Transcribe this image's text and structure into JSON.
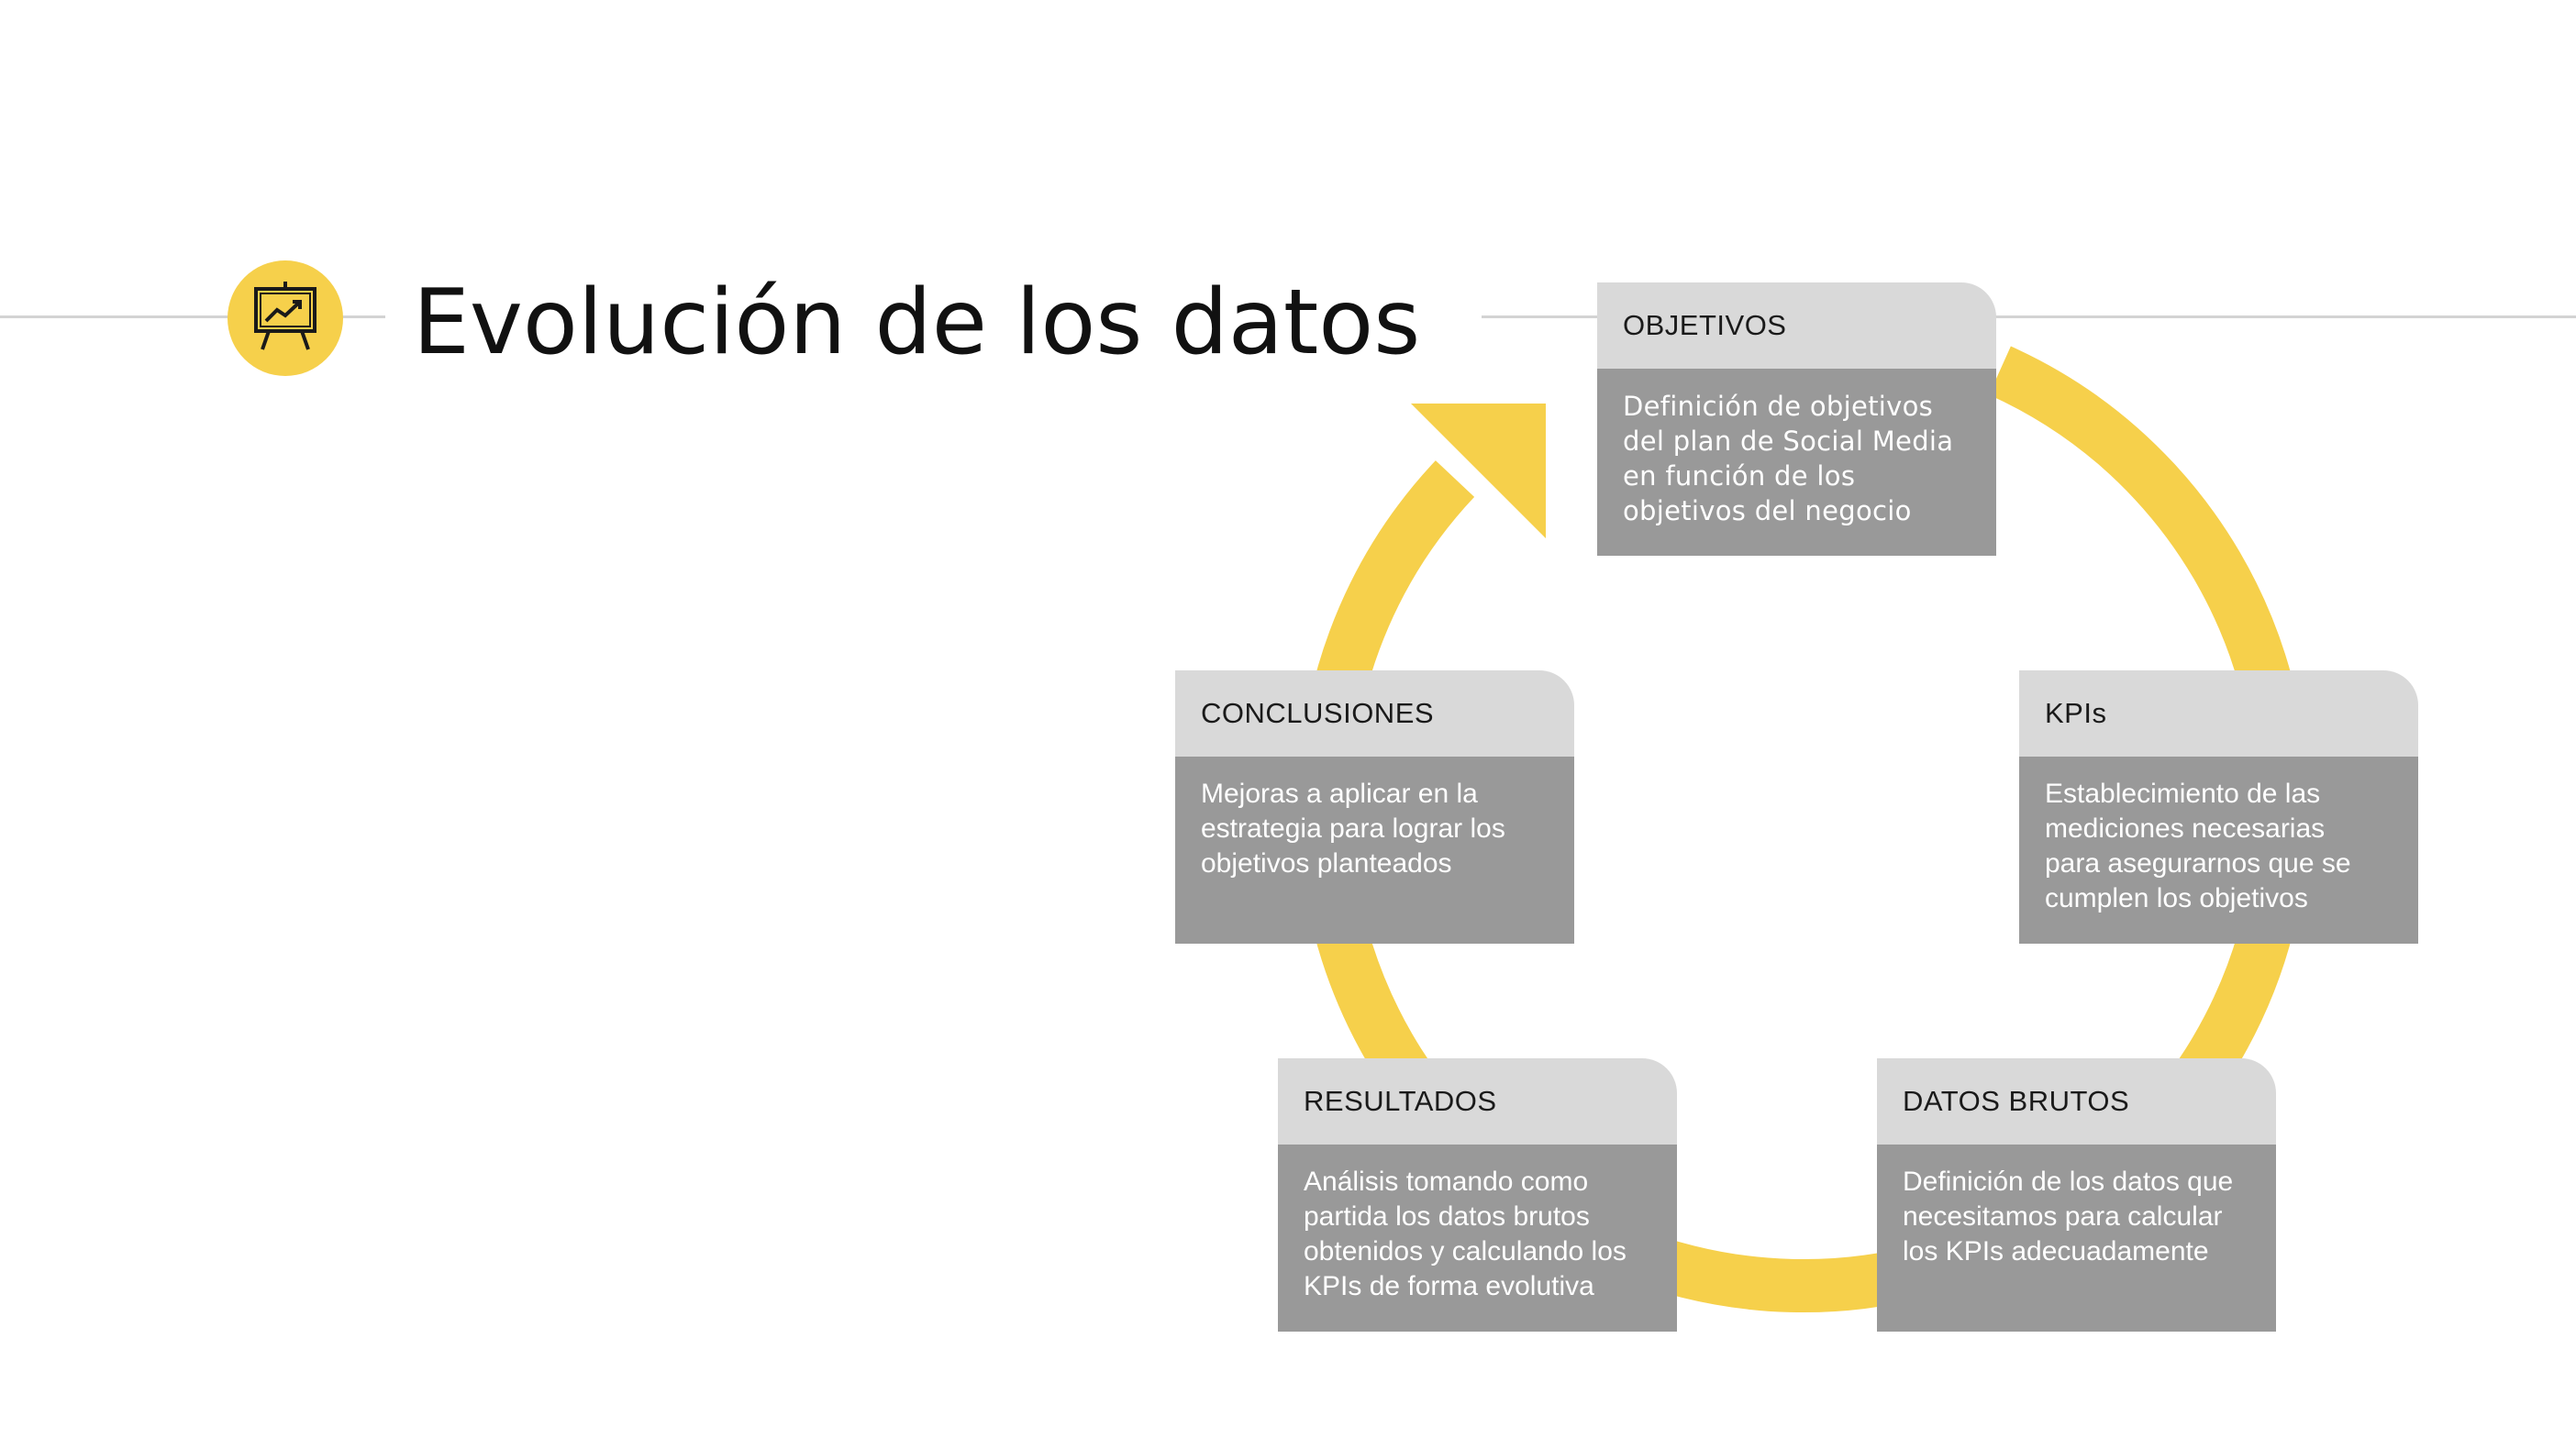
{
  "title": "Evolución de los datos",
  "colors": {
    "accent": "#f6d04b",
    "card_header": "#d9d9d9",
    "card_body": "#999999",
    "rule": "#d3d3d3"
  },
  "icon": "presentation-chart-icon",
  "steps": [
    {
      "title": "OBJETIVOS",
      "lines": [
        "Definición de objetivos",
        "del plan de Social Media",
        "en función de los",
        "objetivos del negocio"
      ]
    },
    {
      "title": "KPIs",
      "lines": [
        "Establecimiento de las",
        "mediciones necesarias",
        "para asegurarnos que se",
        "cumplen los objetivos"
      ]
    },
    {
      "title": "DATOS BRUTOS",
      "lines": [
        "Definición de los datos que",
        "necesitamos para calcular",
        "los KPIs adecuadamente"
      ]
    },
    {
      "title": "RESULTADOS",
      "lines": [
        "Análisis tomando como",
        "partida los datos brutos",
        "obtenidos y calculando los",
        "KPIs de forma evolutiva"
      ]
    },
    {
      "title": "CONCLUSIONES",
      "lines": [
        "Mejoras a aplicar en la",
        "estrategia para lograr los",
        "objetivos planteados"
      ]
    }
  ]
}
